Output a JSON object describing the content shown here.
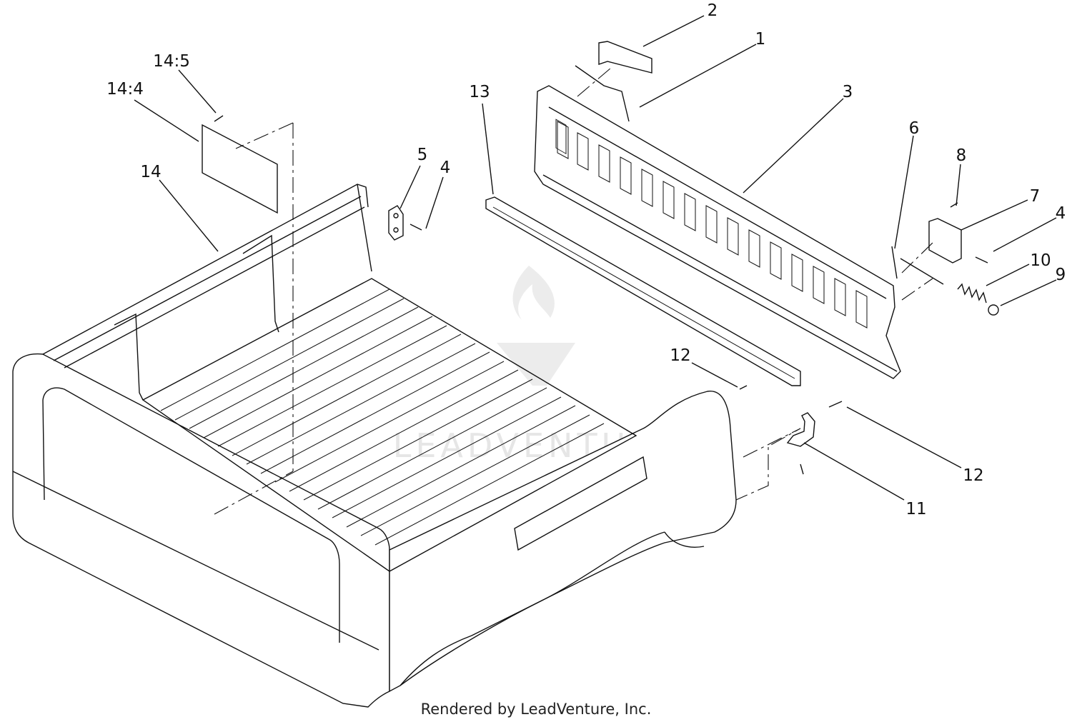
{
  "callouts": {
    "c1": "1",
    "c2": "2",
    "c3": "3",
    "c4a": "4",
    "c4b": "4",
    "c5": "5",
    "c6": "6",
    "c7": "7",
    "c8": "8",
    "c9": "9",
    "c10": "10",
    "c11": "11",
    "c12a": "12",
    "c12b": "12",
    "c13": "13",
    "c14": "14",
    "c14_4": "14:4",
    "c14_5": "14:5"
  },
  "credit": "Rendered by LeadVenture, Inc.",
  "watermark": "LEADVENTURE"
}
